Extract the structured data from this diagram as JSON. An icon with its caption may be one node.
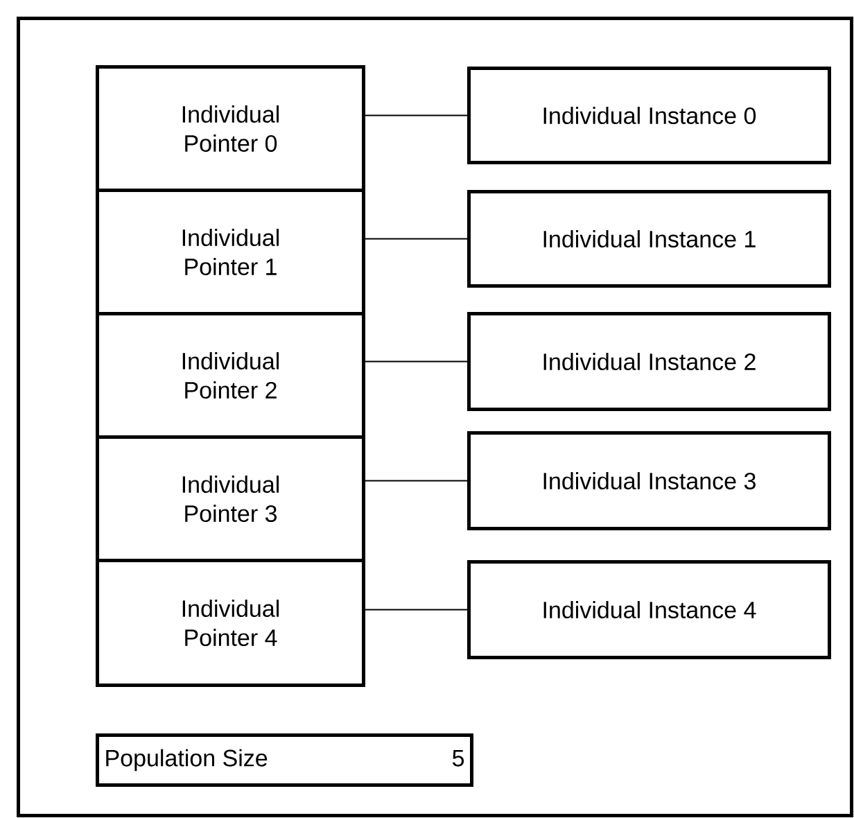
{
  "diagram": {
    "nodes": [
      {
        "text": [],
        "shape": "box"
      },
      {
        "text": [
          "Individual Pointer 0"
        ],
        "in": 0
      },
      {
        "text": [
          "Individual Instance 0"
        ],
        "in": 0
      },
      {
        "text": [
          "Individual Pointer 1"
        ],
        "in": 0
      },
      {
        "text": [
          "Individual Instance 1"
        ],
        "in": 0
      },
      {
        "text": [
          "Individual Pointer 2"
        ],
        "in": 0
      },
      {
        "text": [
          "Individual Instance 2"
        ],
        "in": 0
      },
      {
        "text": [
          "Individual Pointer 3"
        ],
        "in": 0
      },
      {
        "text": [
          "Individual Instance 3"
        ],
        "in": 0
      },
      {
        "text": [
          "Individual Pointer 4"
        ],
        "in": 0
      },
      {
        "text": [
          "Individual Instance 4"
        ],
        "in": 0
      },
      {
        "text": [
          "Population Size",
          "5"
        ],
        "in": 0
      }
    ],
    "edges": [
      {
        "from": 1,
        "to": 2,
        "arrow": "none"
      },
      {
        "from": 3,
        "to": 4,
        "arrow": "none"
      },
      {
        "from": 5,
        "to": 6,
        "arrow": "none"
      },
      {
        "from": 7,
        "to": 8,
        "arrow": "none"
      },
      {
        "from": 9,
        "to": 10,
        "arrow": "none"
      }
    ]
  }
}
